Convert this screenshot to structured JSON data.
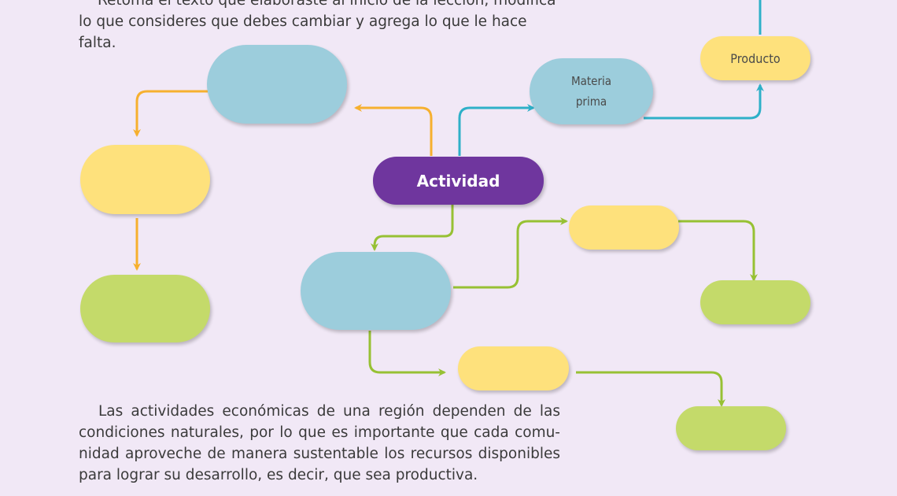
{
  "intro": {
    "line1": "Retoma el texto que elaboraste al inicio de la lección, modifica",
    "line2": "lo que consideres que debes cambiar y agrega lo que le hace falta."
  },
  "diagram": {
    "center": "Actividad",
    "materia_prima_line1": "Materia",
    "materia_prima_line2": "prima",
    "producto": "Producto",
    "colors": {
      "purple": "#6f369e",
      "blue": "#9ccddc",
      "yellow": "#fee17c",
      "green": "#c4da6a",
      "orange_arrow": "#f6b02f",
      "teal_arrow": "#2eb0c8",
      "green_arrow": "#97c134"
    }
  },
  "paragraph": {
    "line1": "Las actividades económicas de una región dependen de las",
    "line2": "condiciones naturales, por lo que es importante que cada comu-",
    "line3": "nidad aproveche de manera sustentable los recursos disponibles",
    "line4": "para lograr su desarrollo, es decir, que sea productiva."
  }
}
